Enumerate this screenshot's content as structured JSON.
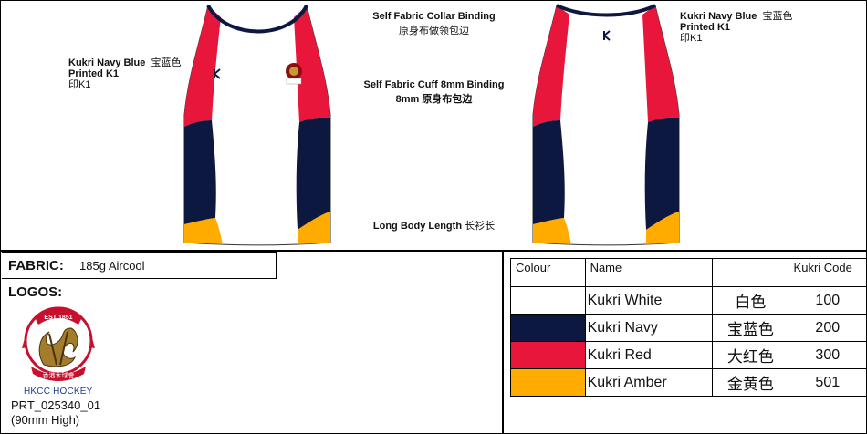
{
  "notes": {
    "left_print": {
      "line1": "Kukri Navy Blue",
      "line1_cn": "宝蓝色",
      "line2": "Printed K1",
      "line3": "印K1"
    },
    "right_print": {
      "line1": "Kukri Navy Blue",
      "line1_cn": "宝蓝色",
      "line2": "Printed K1",
      "line3": "印K1"
    },
    "collar": {
      "line1": "Self Fabric Collar Binding",
      "line2": "原身布做领包边"
    },
    "cuff": {
      "line1": "Self Fabric Cuff 8mm Binding",
      "line2": "8mm 原身布包边"
    },
    "body": {
      "line1": "Long Body Length",
      "line1_cn": "长衫长"
    }
  },
  "fabric": {
    "label": "FABRIC:",
    "value": "185g Aircool"
  },
  "logos": {
    "label": "LOGOS:",
    "badge_text": "HKCC HOCKEY",
    "badge_ring_text": "EST 1851",
    "badge_bottom_text": "香港木球會",
    "code": "PRT_025340_01",
    "size": "(90mm High)"
  },
  "colour_table": {
    "headers": {
      "colour": "Colour",
      "name": "Name",
      "cn": "",
      "code": "Kukri Code"
    },
    "rows": [
      {
        "name": "Kukri White",
        "cn": "白色",
        "code": "100",
        "swatch": "#ffffff"
      },
      {
        "name": "Kukri Navy",
        "cn": "宝蓝色",
        "code": "200",
        "swatch": "#0d1840"
      },
      {
        "name": "Kukri Red",
        "cn": "大红色",
        "code": "300",
        "swatch": "#e8163a"
      },
      {
        "name": "Kukri Amber",
        "cn": "金黄色",
        "code": "501",
        "swatch": "#ffab00"
      }
    ]
  }
}
